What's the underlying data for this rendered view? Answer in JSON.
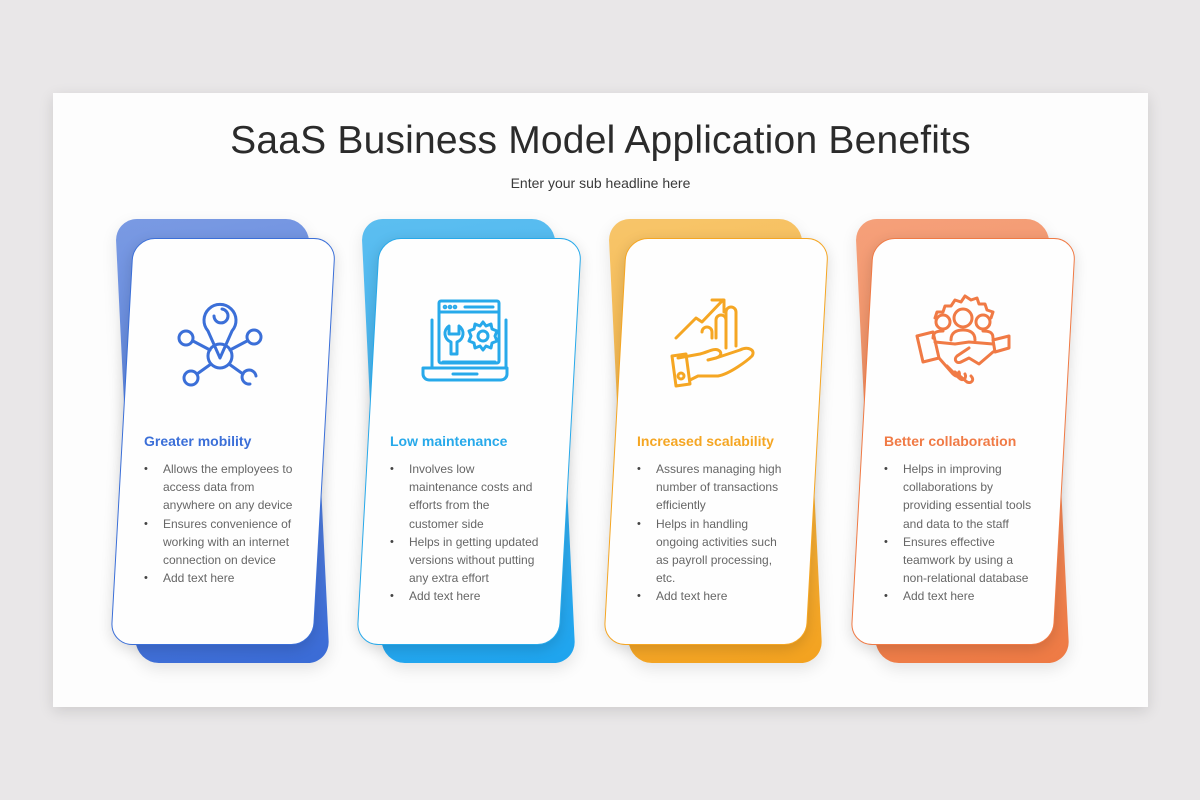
{
  "slide": {
    "title": "SaaS Business Model Application Benefits",
    "subtitle": "Enter your sub headline here"
  },
  "cards": [
    {
      "title": "Greater mobility",
      "icon": "network-location-pin-icon",
      "color": "#3b6fd8",
      "back_gradient": [
        "#7a9ae3",
        "#3a6bd6"
      ],
      "bullets": [
        "Allows the employees to access data from anywhere on any device",
        "Ensures convenience of working with an internet connection on device",
        "Add text here"
      ]
    },
    {
      "title": "Low maintenance",
      "icon": "laptop-maintenance-icon",
      "color": "#27a9ea",
      "back_gradient": [
        "#5cbef0",
        "#1ea4ee"
      ],
      "bullets": [
        "Involves low maintenance costs and efforts from the customer side",
        "Helps in getting updated versions without putting any extra effort",
        "Add text here"
      ]
    },
    {
      "title": "Increased scalability",
      "icon": "hand-growth-chart-icon",
      "color": "#f5a623",
      "back_gradient": [
        "#f7c56a",
        "#f3a21f"
      ],
      "bullets": [
        "Assures managing high number of transactions efficiently",
        "Helps in handling ongoing activities such as payroll processing, etc.",
        "Add text here"
      ]
    },
    {
      "title": "Better collaboration",
      "icon": "handshake-team-gear-icon",
      "color": "#f07a45",
      "back_gradient": [
        "#f5a07a",
        "#ee7a44"
      ],
      "bullets": [
        "Helps in improving collaborations by providing essential tools and data to the staff",
        "Ensures effective teamwork by using a non-relational database",
        "Add text here"
      ]
    }
  ]
}
